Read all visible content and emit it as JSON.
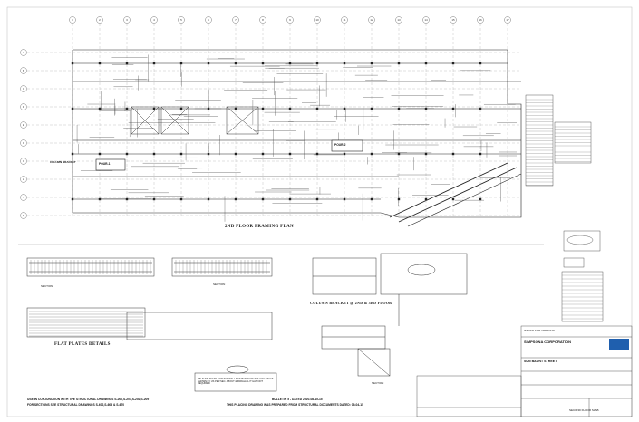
{
  "plan": {
    "title": "2ND FLOOR FRAMING PLAN",
    "pour1": "POUR-1",
    "pour2": "POUR-2",
    "column_bracket": "COLUMN BRACKET"
  },
  "grid": {
    "top": [
      "1",
      "2",
      "3",
      "4",
      "5",
      "6",
      "7",
      "8",
      "9",
      "10",
      "11",
      "12",
      "13",
      "14",
      "15",
      "16",
      "17"
    ],
    "left": [
      "A",
      "B",
      "C",
      "D",
      "E",
      "F",
      "G",
      "H",
      "J",
      "K"
    ]
  },
  "details": {
    "flat_plates": "FLAT PLATES DETAILS",
    "column_bracket_floor": "COLUMN BRACKET @ 2ND & 3RD FLOOR",
    "section_a": "SECTION",
    "section_b": "SECTION",
    "section_c": "SECTION"
  },
  "notes": {
    "left_line1": "USE IN CONJUNCTION WITH THE STRUCTURAL DRAWINGS S-200,S-201,S-202,S-209",
    "left_line2": "FOR SECTIONS SEE STRUCTURAL DRAWINGS S-602,S-603 & S-670",
    "bulletin": "BULLETIN 5 - DATED 2020-08-15-15",
    "prepared": "THIS PLACING DRAWING WAS PREPARED FROM STRUCTURAL DOCUMENTS DATED: 09-04-15",
    "weld": "WE SHOP FIT #11 FOR THE WALL TIES BAR SHOT THE COLUMN AS SHOWN BY US PER SEC. ABOUT & PARALLEL IT HAS NOT REQUIRED"
  },
  "titleblock": {
    "company": "SIMPSONA CORPORATION",
    "project": "SUN BAUNT STREET",
    "sheet_name": "SECOND FLOOR SLAB",
    "issue": "ISSUED FOR APPROVAL"
  },
  "colors": {
    "line": "#222222",
    "light": "#9a9a9a",
    "logo_blue": "#1f5fae"
  }
}
